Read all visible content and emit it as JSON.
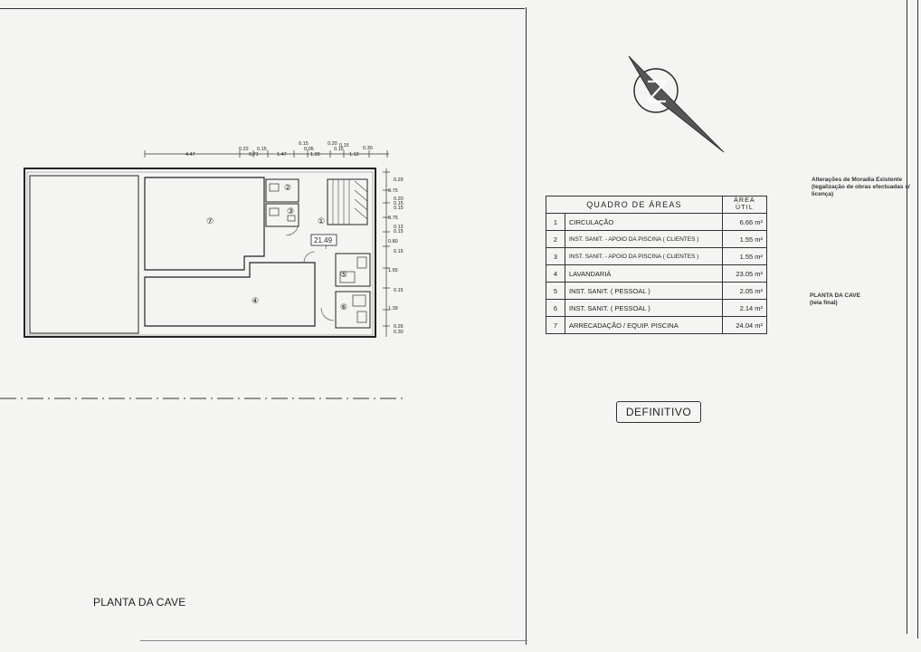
{
  "plan": {
    "title": "PLANTA DA CAVE",
    "room_labels": [
      "②",
      "③",
      "①",
      "⑦",
      "④",
      "⑤",
      "⑥"
    ],
    "area_tag": "21.49",
    "dims_top": [
      "4.47",
      "0.22",
      "0.15",
      "0.71",
      "1.47",
      "0.15",
      "0.05",
      "1.20",
      "0.20",
      "0.15",
      "0.15",
      "0.30",
      "1.12"
    ],
    "dims_right": [
      "0.29",
      "0.75",
      "0.20",
      "0.15",
      "0.15",
      "0.75",
      "0.13",
      "0.15",
      "0.80",
      "0.15",
      "1.65",
      "0.15",
      "1.39",
      "0.26",
      "0.30"
    ]
  },
  "table": {
    "header_desc": "QUADRO DE ÁREAS",
    "header_area_1": "ÁREA",
    "header_area_2": "ÚTIL",
    "rows": [
      {
        "n": "1",
        "desc": "CIRCULAÇÃO",
        "area": "6.66 m²"
      },
      {
        "n": "2",
        "desc": "INST. SANIT. - APOIO DA PISCINA ( CLIENTES )",
        "area": "1.55 m²"
      },
      {
        "n": "3",
        "desc": "INST. SANIT. - APOIO DA PISCINA ( CLIENTES )",
        "area": "1.55 m²"
      },
      {
        "n": "4",
        "desc": "LAVANDARIÁ",
        "area": "23.05 m²"
      },
      {
        "n": "5",
        "desc": "INST. SANIT. ( PESSOAL )",
        "area": "2.05 m²"
      },
      {
        "n": "6",
        "desc": "INST. SANIT. ( PESSOAL )",
        "area": "2.14 m²"
      },
      {
        "n": "7",
        "desc": "ARRECADAÇÃO / EQUIP. PISCINA",
        "area": "24.04 m²"
      }
    ]
  },
  "stamp": "DEFINITIVO",
  "titleblock": {
    "project_1": "Alterações de Moradia Existente",
    "project_2": "(legalização de obras efectuadas s/",
    "project_3": "licença)",
    "drawing_1": "PLANTA DA CAVE",
    "drawing_2": "(tela final)"
  }
}
